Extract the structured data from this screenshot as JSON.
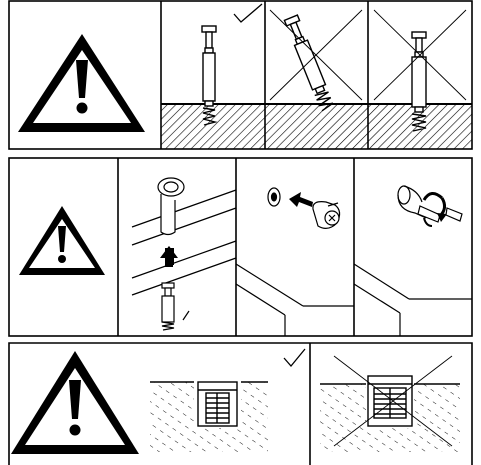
{
  "sheet": {
    "rows": [
      {
        "id": "row-1",
        "panels": [
          "warning",
          "correct-depth",
          "incorrect-tilted",
          "incorrect-too-deep"
        ]
      },
      {
        "id": "row-2",
        "panels": [
          "warning",
          "dowel-pin-insert",
          "cam-lock-insert",
          "cam-lock-tighten"
        ]
      },
      {
        "id": "row-3",
        "panels": [
          "warning",
          "correct-flush-fit",
          "incorrect-misaligned"
        ]
      }
    ],
    "icons": {
      "warning": "warning-triangle-icon",
      "correct": "check-mark-icon",
      "incorrect": "cross-mark-icon",
      "direction": "arrow-icon"
    },
    "colors": {
      "ink": "#000000",
      "paper": "#ffffff"
    }
  }
}
